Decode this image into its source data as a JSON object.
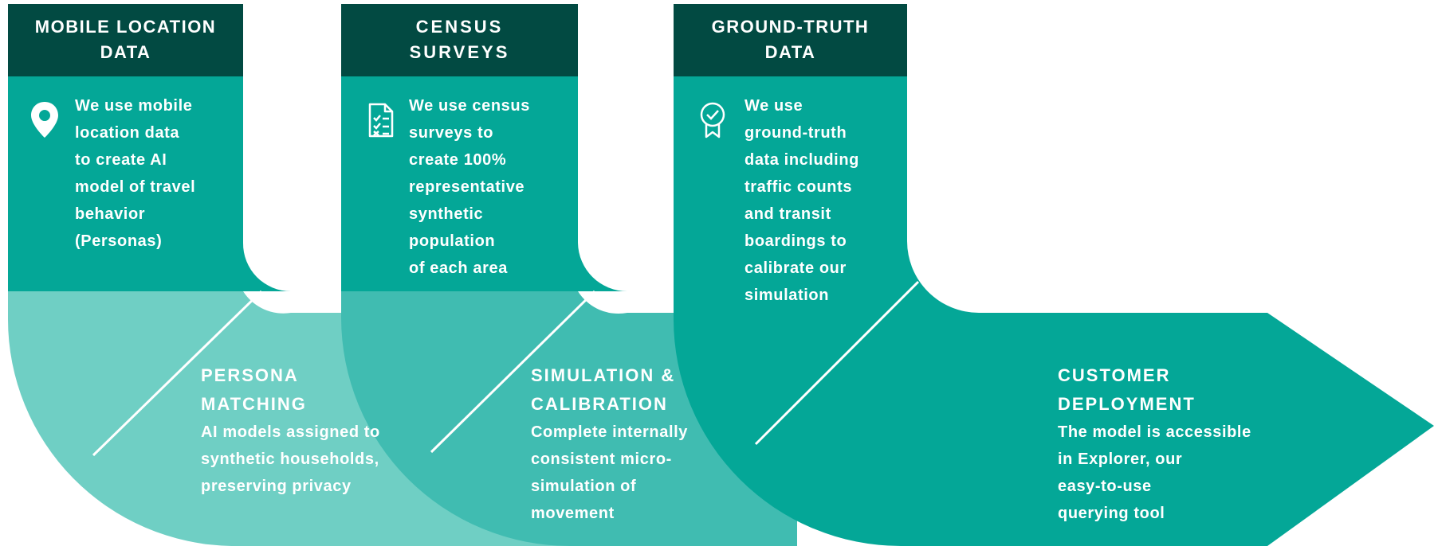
{
  "colors": {
    "header": "#024a42",
    "teal": "#04a797",
    "teal_mid": "#40bcb1",
    "teal_light": "#6fcfc4"
  },
  "columns": [
    {
      "header": [
        "MOBILE LOCATION",
        "DATA"
      ],
      "icon": "location-pin-icon",
      "body": [
        "We use mobile",
        "location data",
        "to create AI",
        "model of travel",
        "behavior",
        "(Personas)"
      ]
    },
    {
      "header": [
        "CENSUS",
        "SURVEYS"
      ],
      "icon": "survey-document-icon",
      "body": [
        "We use census",
        "surveys to",
        "create 100%",
        "representative",
        "synthetic",
        "population",
        "of each area"
      ]
    },
    {
      "header": [
        "GROUND-TRUTH",
        "DATA"
      ],
      "icon": "certified-badge-icon",
      "body": [
        "We use",
        "ground-truth",
        "data including",
        "traffic counts",
        "and transit",
        "boardings to",
        "calibrate our",
        "simulation"
      ]
    }
  ],
  "stages": [
    {
      "title": [
        "PERSONA",
        "MATCHING"
      ],
      "body": [
        "AI models assigned to",
        "synthetic households,",
        "preserving privacy"
      ]
    },
    {
      "title": [
        "SIMULATION &",
        "CALIBRATION"
      ],
      "body": [
        "Complete internally",
        "consistent micro-",
        "simulation of",
        "movement"
      ]
    },
    {
      "title": [
        "CUSTOMER",
        "DEPLOYMENT"
      ],
      "body": [
        "The model is accessible",
        "in Explorer, our",
        "easy-to-use",
        "querying tool"
      ]
    }
  ]
}
